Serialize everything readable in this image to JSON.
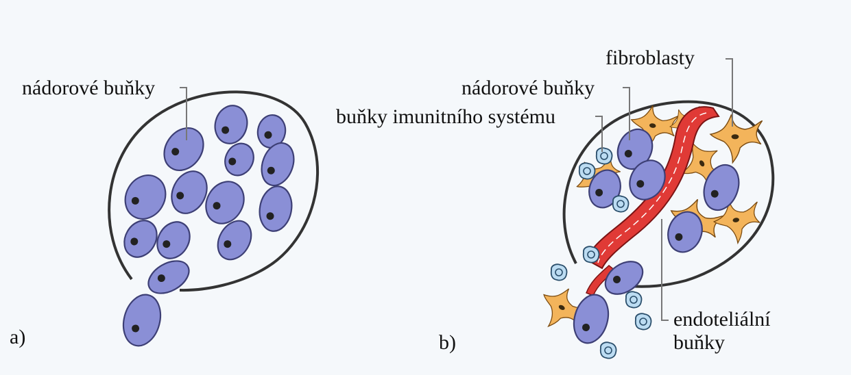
{
  "panel_a": {
    "letter": "a)",
    "label_tumor": "nádorové buňky"
  },
  "panel_b": {
    "letter": "b)",
    "label_fibroblasts": "fibroblasty",
    "label_tumor": "nádorové buňky",
    "label_immune": "buňky imunitního systému",
    "label_endothelial_line1": "endoteliální",
    "label_endothelial_line2": "buňky"
  },
  "colors": {
    "tumor_cell": "#8a8fd6",
    "tumor_outline": "#3d3f75",
    "nucleus": "#222222",
    "fibroblast": "#f3b45b",
    "immune_cell": "#bcdcf2",
    "vessel": "#e03a36",
    "boundary": "#333333",
    "leader_line": "#777777"
  }
}
